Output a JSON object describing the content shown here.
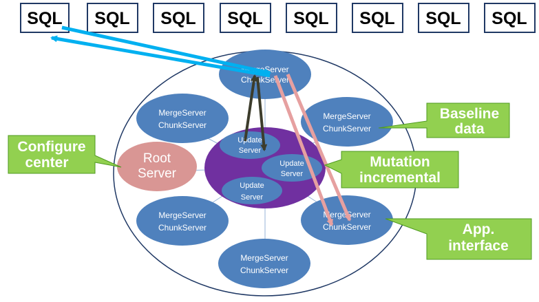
{
  "sql_boxes": [
    "SQL",
    "SQL",
    "SQL",
    "SQL",
    "SQL",
    "SQL",
    "SQL",
    "SQL"
  ],
  "nodes": {
    "top": {
      "line1": "MergeServer",
      "line2": "ChunkServer"
    },
    "upper_left": {
      "line1": "MergeServer",
      "line2": "ChunkServer"
    },
    "upper_right": {
      "line1": "MergeServer",
      "line2": "ChunkServer"
    },
    "lower_left": {
      "line1": "MergeServer",
      "line2": "ChunkServer"
    },
    "lower_right": {
      "line1": "MergeServer",
      "line2": "ChunkServer"
    },
    "bottom": {
      "line1": "MergeServer",
      "line2": "ChunkServer"
    }
  },
  "update_servers": [
    {
      "line1": "Update",
      "line2": "Server"
    },
    {
      "line1": "Update",
      "line2": "Server"
    },
    {
      "line1": "Update",
      "line2": "Server"
    }
  ],
  "root_server": {
    "line1": "Root",
    "line2": "Server"
  },
  "callouts": {
    "baseline": {
      "line1": "Baseline",
      "line2": "data"
    },
    "configure": {
      "line1": "Configure",
      "line2": "center"
    },
    "mutation": {
      "line1": "Mutation",
      "line2": "incremental"
    },
    "app": {
      "line1": "App.",
      "line2": "interface"
    }
  },
  "colors": {
    "node_blue": "#4f81bd",
    "update_purple": "#7030a0",
    "root_pink": "#d99694",
    "callout_green": "#92d050",
    "arrow_blue": "#00b0f0",
    "arrow_dark": "#3c3c2c",
    "arrow_pink": "#e6a0a0"
  }
}
